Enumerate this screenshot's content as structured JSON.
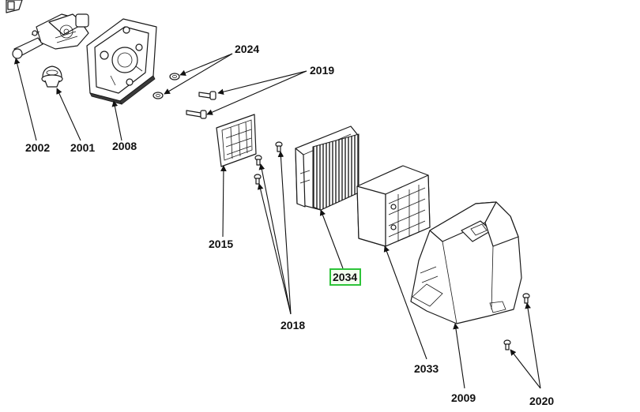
{
  "diagram": {
    "callouts": {
      "p2002": "2002",
      "p2001": "2001",
      "p2008": "2008",
      "p2024": "2024",
      "p2019": "2019",
      "p2015": "2015",
      "p2034": "2034",
      "p2018": "2018",
      "p2033": "2033",
      "p2009": "2009",
      "p2020": "2020"
    },
    "highlighted_callout": "2034",
    "highlight_color": "#2ec43a"
  }
}
